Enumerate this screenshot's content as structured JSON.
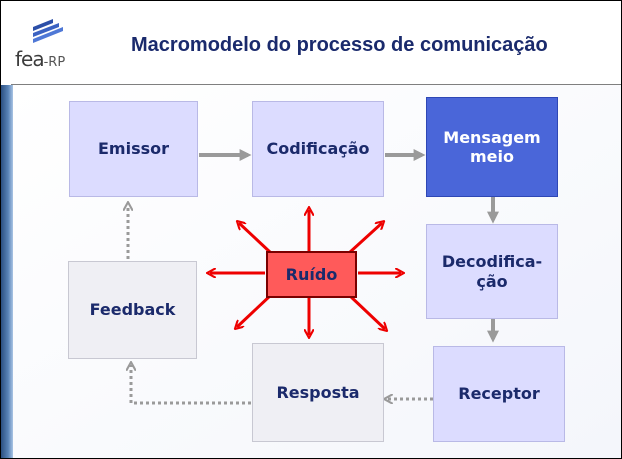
{
  "header": {
    "title": "Macromodelo do processo de comunicação",
    "logo": {
      "main": "fea",
      "suffix": "-RP"
    }
  },
  "diagram": {
    "emissor": "Emissor",
    "codificacao": "Codificação",
    "mensagem": "Mensagem meio",
    "decodificacao": "Decodifica-ção",
    "ruido": "Ruído",
    "feedback": "Feedback",
    "resposta": "Resposta",
    "receptor": "Receptor"
  },
  "colors": {
    "title": "#1a2a6c",
    "lavender": "#dcdcff",
    "message_blue": "#4a66d9",
    "noise_red": "#ff5a5a",
    "noise_arrows": "#ee0000",
    "flow_arrows": "#9a9a9a"
  }
}
